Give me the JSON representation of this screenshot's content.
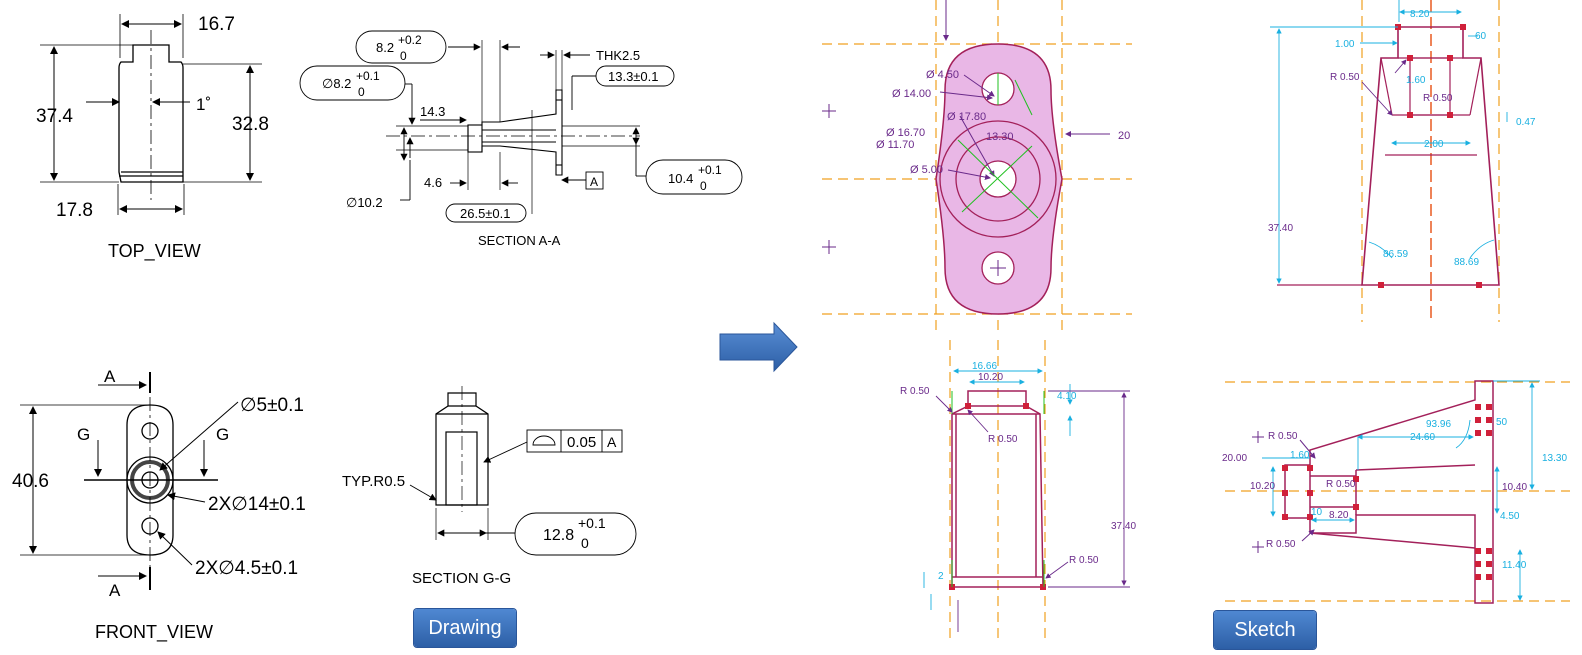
{
  "labels": {
    "top_view": "TOP_VIEW",
    "front_view": "FRONT_VIEW",
    "section_aa": "SECTION A-A",
    "section_gg": "SECTION G-G",
    "drawing_tag": "Drawing",
    "sketch_tag": "Sketch"
  },
  "top_view_dims": {
    "d1": "16.7",
    "d2": "37.4",
    "d3": "1˚",
    "d4": "32.8",
    "d5": "17.8"
  },
  "front_view_dims": {
    "a1": "A",
    "a2": "A",
    "g1": "G",
    "g2": "G",
    "height": "40.6",
    "hole": "∅5±0.1",
    "d14": "2X∅14±0.1",
    "d45": "2X∅4.5±0.1"
  },
  "section_aa_dims": {
    "d82_top": "8.2",
    "d82_tol_up": "+0.2",
    "d82_tol_dn": "0",
    "dia82": "∅8.2",
    "dia82_tol_up": "+0.1",
    "dia82_tol_dn": "0",
    "thk": "THK2.5",
    "d133": "13.3±0.1",
    "d143": "14.3",
    "d46": "4.6",
    "d104": "10.4",
    "d104_tol_up": "+0.1",
    "d104_tol_dn": "0",
    "dia102": "∅10.2",
    "d265": "26.5±0.1",
    "datum": "A"
  },
  "section_gg_dims": {
    "typ": "TYP.R0.5",
    "tol": "0.05",
    "datum": "A",
    "d128": "12.8",
    "d128_tol_up": "+0.1",
    "d128_tol_dn": "0"
  },
  "sketch_top": {
    "dia450": "Ø 4.50",
    "dia1400": "Ø 14.00",
    "dia1780": "Ø 17.80",
    "dia1670": "Ø 16.70",
    "dia1170": "Ø 11.70",
    "d1330": "13.30",
    "dia500": "Ø 5.00",
    "d20": "20"
  },
  "sketch_tr": {
    "d820": "8.20",
    "d60": "60",
    "d100": "1.00",
    "r050a": "R 0.50",
    "d160": "1.60",
    "r050b": "R 0.50",
    "d047": "0.47",
    "d200": "2.00",
    "d3740": "37.40",
    "a6659": "86.59",
    "a8869": "88.69"
  },
  "sketch_bl": {
    "d1666": "16.66",
    "d1020": "10.20",
    "r050a": "R 0.50",
    "d410": "4.10",
    "r050b": "R 0.50",
    "d3740": "37.40",
    "r050c": "R 0.50",
    "d2": "2"
  },
  "sketch_br": {
    "r050a": "R 0.50",
    "d9396": "93.96",
    "d2460": "24.60",
    "d50": "50",
    "d1330": "13.30",
    "d2000": "20.00",
    "d160": "1.60",
    "r050b": "R 0.50",
    "d1020": "10.20",
    "d1040": "10.40",
    "d820": "8.20",
    "d450": "4.50",
    "d10": "10",
    "r050c": "R 0.50",
    "d1140": "11.40"
  },
  "colors": {
    "arrow": "#3b6fb6",
    "sketch_line": "#a3205a",
    "sketch_fill": "#e9b7e6",
    "centerline": "#f0a020",
    "dimension": "#1ab0e0",
    "constraint": "#20c020",
    "label": "#6a2a8a"
  }
}
